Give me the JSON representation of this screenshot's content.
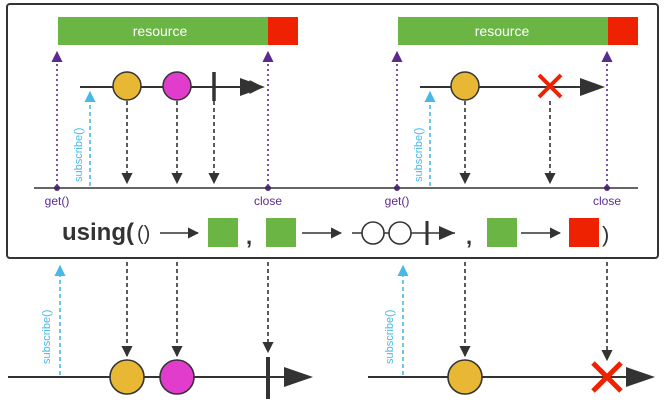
{
  "colors": {
    "resource_bar": "#6bb545",
    "resource_end": "#ee2200",
    "marble_yellow": "#e8b835",
    "marble_magenta": "#e23ccc",
    "purple_arrow": "#5b2a8e",
    "cyan_arrow": "#4ab8e6",
    "error_red": "#ee2200",
    "line": "#333333"
  },
  "left_panel": {
    "resource_label": "resource",
    "get_label": "get()",
    "subscribe_label": "subscribe()",
    "close_label": "close"
  },
  "right_panel": {
    "resource_label": "resource",
    "get_label": "get()",
    "subscribe_label": "subscribe()",
    "close_label": "close"
  },
  "operator": {
    "name": "using(",
    "factory": "()",
    "comma1": ",",
    "comma2": ",",
    "close_paren": ")"
  },
  "bottom_left": {
    "subscribe_label": "subscribe()"
  },
  "bottom_right": {
    "subscribe_label": "subscribe()"
  },
  "icons": {
    "emission": "circle-marble",
    "completion": "vertical-bar",
    "error": "red-x",
    "timeline_end": "triangle-arrowhead"
  }
}
